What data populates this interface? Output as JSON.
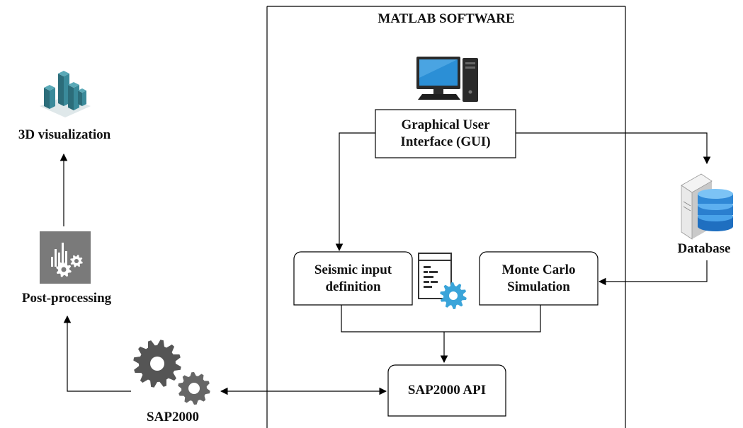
{
  "title": "MATLAB SOFTWARE",
  "nodes": {
    "gui": {
      "line1": "Graphical User",
      "line2": "Interface (GUI)"
    },
    "database": "Database",
    "seismic": {
      "line1": "Seismic input",
      "line2": "definition"
    },
    "monte_carlo": {
      "line1": "Monte Carlo",
      "line2": "Simulation"
    },
    "sap_api": "SAP2000 API",
    "sap2000": "SAP2000",
    "post_processing": "Post-processing",
    "visualization": "3D visualization"
  },
  "icons": {
    "computer": "computer-icon",
    "database": "database-server-icon",
    "script": "script-gear-icon",
    "gears": "gears-icon",
    "analytics": "analytics-gear-icon",
    "buildings": "city-buildings-icon"
  },
  "colors": {
    "line": "#000000",
    "monitor_screen": "#2b8fd6",
    "gear_blue": "#3aa4d9",
    "gear_gray": "#555555",
    "building_teal": "#2f7d8c",
    "analytics_bg": "#7a7a7a"
  }
}
